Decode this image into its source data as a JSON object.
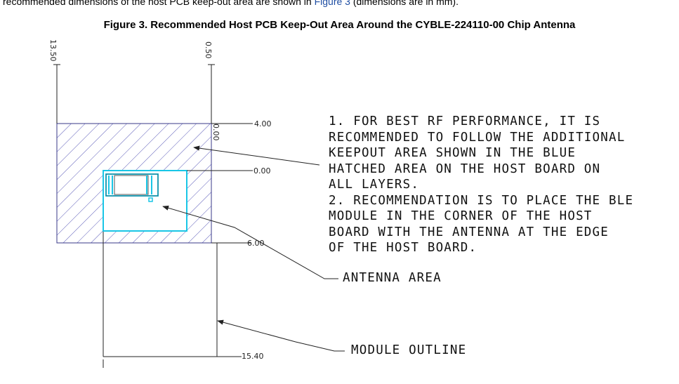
{
  "intro": {
    "before": "recommended dimensions of the host PCB keep-out area are shown in ",
    "link": "Figure 3",
    "after": " (dimensions are in mm)."
  },
  "caption": "Figure 3.  Recommended Host PCB Keep-Out Area Around the CYBLE-224110-00 Chip Antenna",
  "dimensions": {
    "top_left": "13.50",
    "top_mid": "0.50",
    "inner": "0.00",
    "right_1": "4.00",
    "right_2": "0.00",
    "right_3": "6.00",
    "right_4": "15.40"
  },
  "notes": [
    "1. FOR BEST RF PERFORMANCE, IT IS",
    "RECOMMENDED TO FOLLOW THE ADDITIONAL",
    "KEEPOUT AREA SHOWN IN THE BLUE",
    "HATCHED AREA ON THE HOST BOARD ON",
    "ALL LAYERS.",
    "2. RECOMMENDATION IS TO PLACE THE BLE",
    "MODULE IN THE CORNER OF THE HOST",
    "BOARD WITH THE ANTENNA AT THE EDGE",
    "OF THE HOST BOARD."
  ],
  "labels": {
    "antenna_area": "ANTENNA AREA",
    "module_outline": "MODULE OUTLINE"
  },
  "colors": {
    "hatch": "#5a5ab8",
    "antenna": "#19c6e6",
    "link": "#1f4ea3"
  }
}
